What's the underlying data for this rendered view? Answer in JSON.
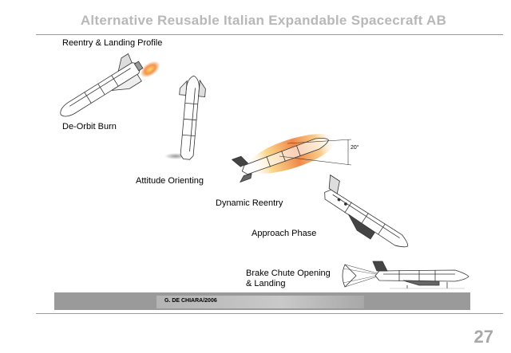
{
  "slide": {
    "title": "Alternative Reusable Italian Expandable Spacecraft AB",
    "subtitle": "Reentry  & Landing Profile",
    "angle_label": "20°",
    "footer_author": "G. DE CHIARA/2006",
    "page_number": "27"
  },
  "phases": [
    {
      "label": "De-Orbit Burn"
    },
    {
      "label": "Attitude Orienting"
    },
    {
      "label": "Dynamic Reentry"
    },
    {
      "label": "Approach Phase"
    },
    {
      "label_line1": "Brake Chute Opening",
      "label_line2": "& Landing"
    }
  ],
  "colors": {
    "title_gray": "#b8b8b8",
    "flame_orange": "#f59a3a",
    "reentry_glow": "#f6b24d",
    "footer_band": "#9a9a9a"
  }
}
